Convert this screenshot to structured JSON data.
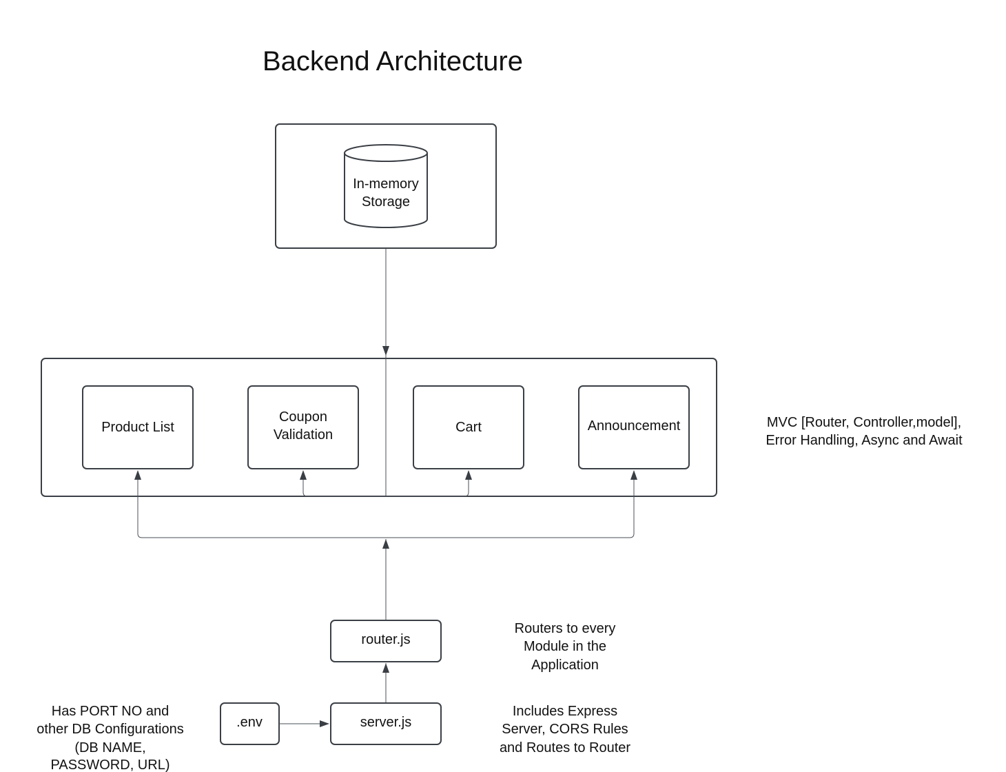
{
  "title": "Backend Architecture",
  "storage": {
    "label_line1": "In-memory",
    "label_line2": "Storage"
  },
  "modules": {
    "product_list": "Product List",
    "coupon_line1": "Coupon",
    "coupon_line2": "Validation",
    "cart": "Cart",
    "announcement": "Announcement"
  },
  "files": {
    "router": "router.js",
    "server": "server.js",
    "env": ".env"
  },
  "notes": {
    "mvc_line1": "MVC [Router, Controller,model],",
    "mvc_line2": "Error Handling, Async and Await",
    "router_line1": "Routers to every",
    "router_line2": "Module in the",
    "router_line3": "Application",
    "server_line1": "Includes Express",
    "server_line2": "Server, CORS Rules",
    "server_line3": "and Routes to Router",
    "env_line1": "Has PORT NO and",
    "env_line2": "other DB Configurations",
    "env_line3": "(DB NAME,",
    "env_line4": "PASSWORD, URL)"
  },
  "colors": {
    "stroke": "#3a3f45",
    "text": "#111111",
    "background": "#ffffff"
  }
}
